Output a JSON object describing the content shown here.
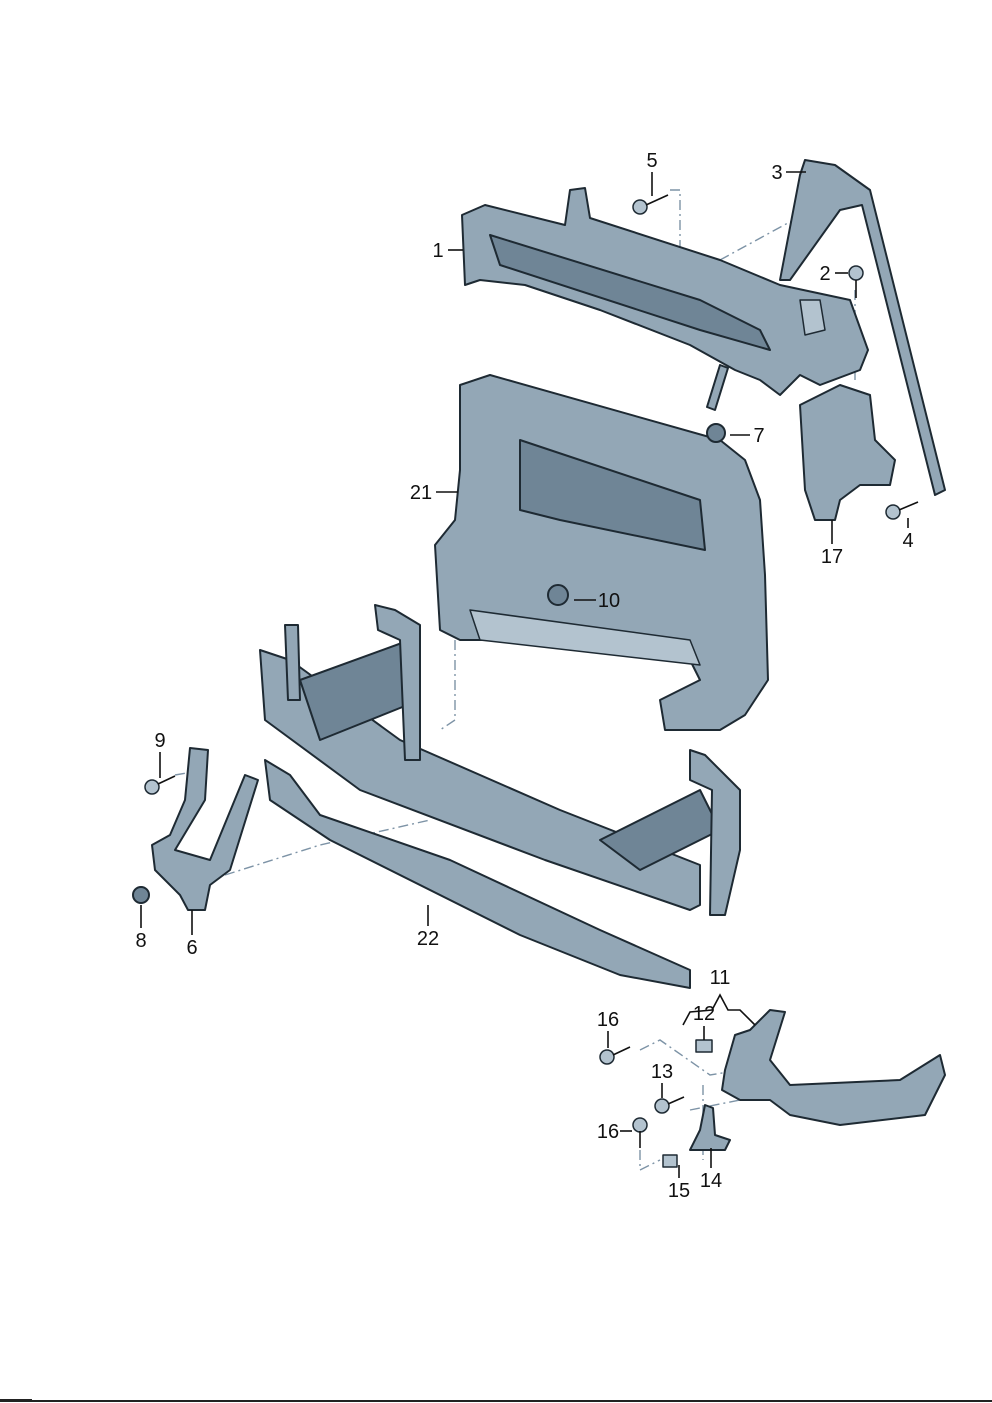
{
  "diagram": {
    "type": "exploded-parts-diagram",
    "part_labels": {
      "p1": "1",
      "p2": "2",
      "p3": "3",
      "p4": "4",
      "p5": "5",
      "p6": "6",
      "p7": "7",
      "p8": "8",
      "p9": "9",
      "p10": "10",
      "p11": "11",
      "p12": "12",
      "p13": "13",
      "p14": "14",
      "p15": "15",
      "p16a": "16",
      "p16b": "16",
      "p17": "17",
      "p21": "21",
      "p22": "22"
    }
  }
}
